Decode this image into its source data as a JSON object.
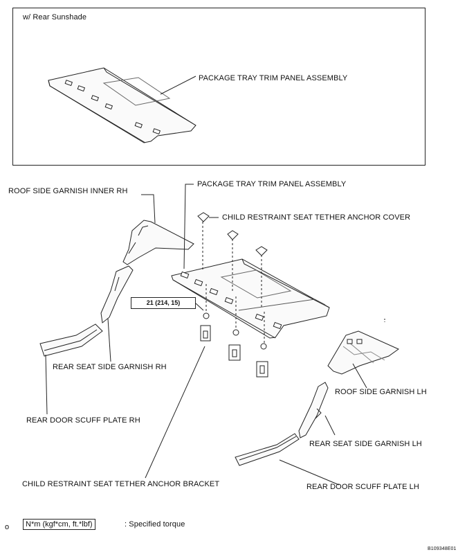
{
  "inset": {
    "caption": "w/ Rear Sunshade",
    "part_label": "PACKAGE TRAY TRIM PANEL ASSEMBLY"
  },
  "labels": {
    "roof_side_garnish_inner_rh": "ROOF SIDE GARNISH INNER RH",
    "package_tray_trim_panel": "PACKAGE TRAY TRIM PANEL  ASSEMBLY",
    "child_restraint_cover": "CHILD RESTRAINT SEAT TETHER ANCHOR COVER",
    "rear_seat_side_garnish_rh": "REAR SEAT SIDE GARNISH RH",
    "rear_door_scuff_plate_rh": "REAR DOOR SCUFF PLATE RH",
    "roof_side_garnish_lh": "ROOF SIDE GARNISH LH",
    "rear_seat_side_garnish_lh": "REAR SEAT SIDE GARNISH LH",
    "child_restraint_bracket": "CHILD RESTRAINT SEAT TETHER ANCHOR BRACKET",
    "rear_door_scuff_plate_lh": "REAR DOOR SCUFF PLATE LH"
  },
  "torque": {
    "value": "21 (214, 15)"
  },
  "legend": {
    "marker": "o",
    "unit_box": "N*m (kgf*cm, ft.*lbf)",
    "description": ": Specified torque"
  },
  "figure_id": "B109348E01"
}
